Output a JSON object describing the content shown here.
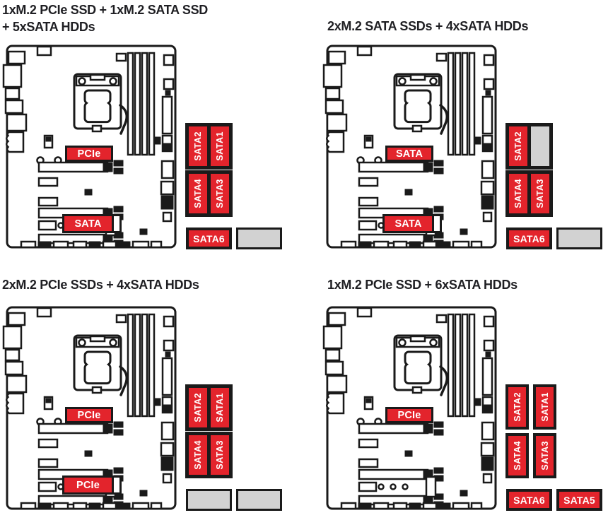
{
  "colors": {
    "accent_red": "#e3242c",
    "disabled_gray": "#d2d2d2",
    "line_black": "#1a1a1a",
    "title_text": "#1f1f23"
  },
  "diagrams": [
    {
      "title_lines": [
        "1xM.2 PCIe SSD + 1xM.2 SATA SSD",
        "+ 5xSATA HDDs"
      ],
      "m2_top": {
        "label": "PCIe",
        "state": "visible"
      },
      "m2_bottom": {
        "label": "SATA",
        "state": "visible"
      },
      "sata_style": "joined",
      "sata_ports": [
        {
          "label": "SATA2",
          "state": "active"
        },
        {
          "label": "SATA1",
          "state": "active"
        },
        {
          "label": "SATA4",
          "state": "active"
        },
        {
          "label": "SATA3",
          "state": "active"
        },
        {
          "label": "SATA6",
          "state": "active"
        },
        {
          "label": "",
          "state": "disabled"
        }
      ]
    },
    {
      "title_lines": [
        "2xM.2 SATA SSDs + 4xSATA HDDs"
      ],
      "m2_top": {
        "label": "SATA",
        "state": "visible"
      },
      "m2_bottom": {
        "label": "SATA",
        "state": "visible"
      },
      "sata_style": "joined",
      "sata_ports": [
        {
          "label": "SATA2",
          "state": "active"
        },
        {
          "label": "",
          "state": "disabled"
        },
        {
          "label": "SATA4",
          "state": "active"
        },
        {
          "label": "SATA3",
          "state": "active"
        },
        {
          "label": "SATA6",
          "state": "active"
        },
        {
          "label": "",
          "state": "disabled"
        }
      ]
    },
    {
      "title_lines": [
        "2xM.2 PCIe SSDs + 4xSATA HDDs"
      ],
      "m2_top": {
        "label": "PCIe",
        "state": "visible"
      },
      "m2_bottom": {
        "label": "PCIe",
        "state": "visible"
      },
      "sata_style": "joined",
      "sata_ports": [
        {
          "label": "SATA2",
          "state": "active"
        },
        {
          "label": "SATA1",
          "state": "active"
        },
        {
          "label": "SATA4",
          "state": "active"
        },
        {
          "label": "SATA3",
          "state": "active"
        },
        {
          "label": "",
          "state": "disabled"
        },
        {
          "label": "",
          "state": "disabled"
        }
      ]
    },
    {
      "title_lines": [
        "1xM.2 PCIe SSD + 6xSATA HDDs"
      ],
      "m2_top": {
        "label": "PCIe",
        "state": "visible"
      },
      "m2_bottom": {
        "label": "",
        "state": "hidden"
      },
      "sata_style": "separate",
      "sata_ports": [
        {
          "label": "SATA2",
          "state": "active"
        },
        {
          "label": "SATA1",
          "state": "active"
        },
        {
          "label": "SATA4",
          "state": "active"
        },
        {
          "label": "SATA3",
          "state": "active"
        },
        {
          "label": "SATA6",
          "state": "active"
        },
        {
          "label": "SATA5",
          "state": "active"
        }
      ]
    }
  ]
}
